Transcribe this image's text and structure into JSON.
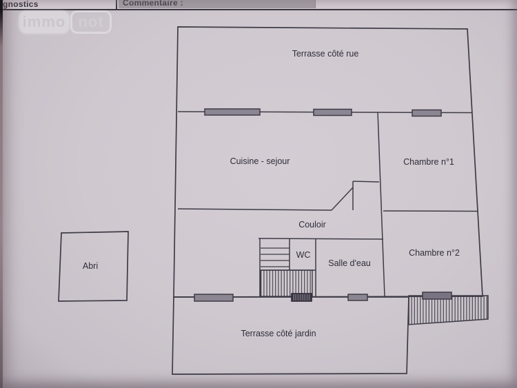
{
  "header": {
    "left_cell": "gnostics",
    "comment_cell": "Commentaire :"
  },
  "logo": {
    "immo": "immo",
    "not": "not"
  },
  "plan": {
    "rooms": {
      "terrace_street": "Terrasse côté rue",
      "kitchen_living": "Cuisine - sejour",
      "bedroom1": "Chambre n°1",
      "hallway": "Couloir",
      "wc": "WC",
      "bathroom": "Salle d'eau",
      "bedroom2": "Chambre n°2",
      "shed": "Abri",
      "terrace_garden": "Terrasse côté jardin"
    }
  },
  "colors": {
    "paper": "#cfc8cf",
    "wall_line": "#3e3b46",
    "window_fill": "#8b8691",
    "window_fill_dark": "#7a7482",
    "header_cell_bg": "#a49da5",
    "label_text": "#2f2c39"
  }
}
